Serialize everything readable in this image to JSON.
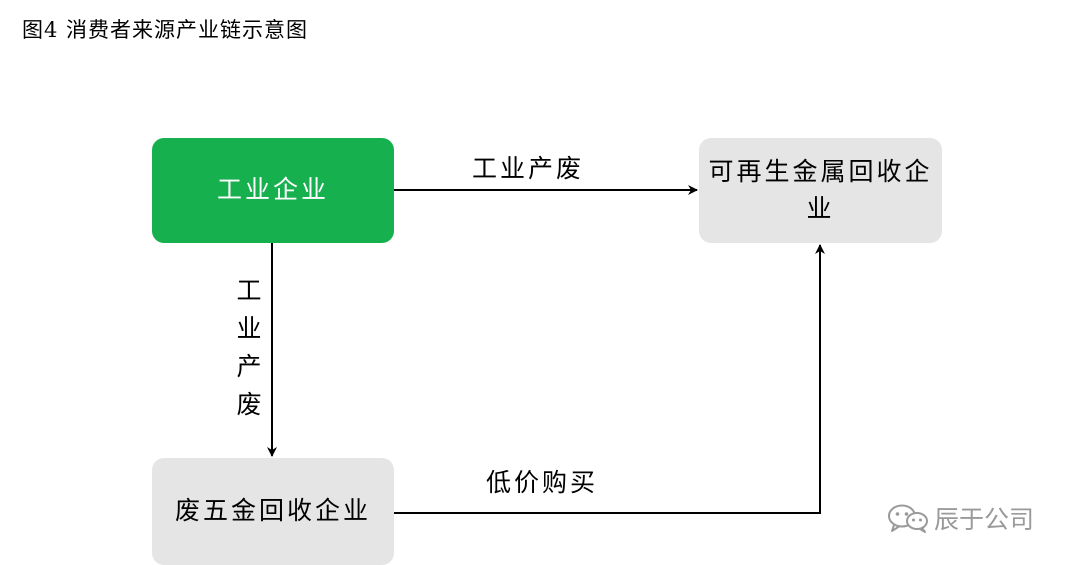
{
  "title": "图4  消费者来源产业链示意图",
  "nodes": {
    "industrial": {
      "label": "工业企业",
      "fill": "#17b04f"
    },
    "recycler": {
      "label": "可再生金属回收企业",
      "fill": "#e5e5e5"
    },
    "scrap": {
      "label": "废五金回收企业",
      "fill": "#e5e5e5"
    }
  },
  "edges": {
    "industrial_to_recycler": {
      "label": "工业产废"
    },
    "industrial_to_scrap": {
      "label": "工业产废"
    },
    "scrap_to_recycler": {
      "label": "低价购买"
    }
  },
  "watermark": {
    "text": "辰于公司",
    "icon": "wechat-icon"
  },
  "colors": {
    "arrow": "#000000",
    "watermark": "#9a9a9a"
  }
}
